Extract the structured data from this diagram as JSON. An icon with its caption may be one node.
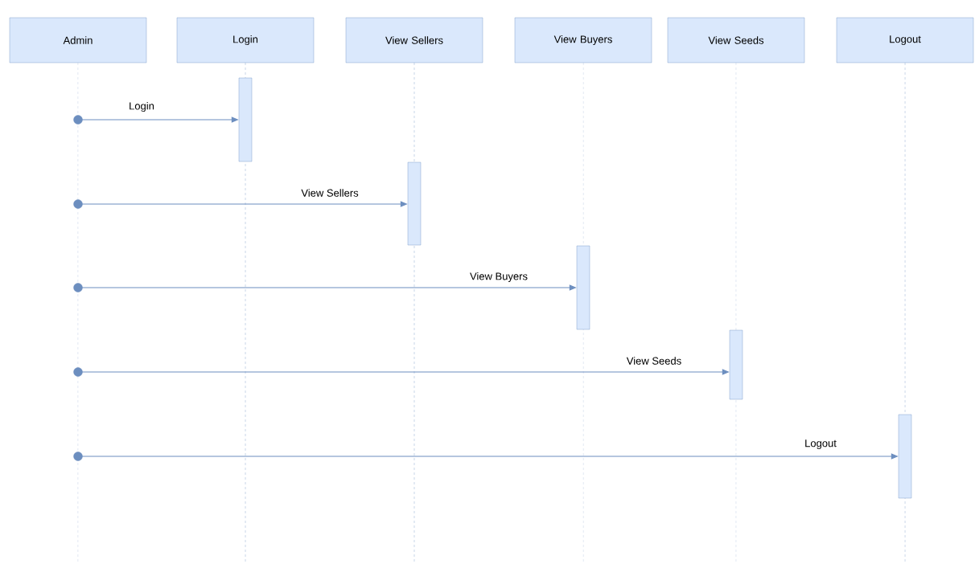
{
  "diagram": {
    "nodes": [
      {
        "text": [
          "Admin"
        ]
      },
      {
        "text": [
          "Login"
        ]
      },
      {
        "text": [
          "View Sellers"
        ]
      },
      {
        "text": [
          "View Buyers"
        ]
      },
      {
        "text": [
          "View Seeds"
        ]
      },
      {
        "text": [
          "Logout"
        ]
      },
      {
        "text": [],
        "shape": "bar"
      },
      {
        "text": [],
        "shape": "bar"
      },
      {
        "text": [],
        "shape": "bar"
      },
      {
        "text": [],
        "shape": "bar"
      },
      {
        "text": [],
        "shape": "bar"
      },
      {
        "text": [],
        "shape": "circle"
      },
      {
        "text": [],
        "shape": "circle"
      },
      {
        "text": [],
        "shape": "circle"
      },
      {
        "text": [],
        "shape": "circle"
      },
      {
        "text": [],
        "shape": "circle"
      }
    ],
    "edges": [
      {
        "from": 11,
        "to": 6,
        "arrow": "to",
        "label": "Login"
      },
      {
        "from": 12,
        "to": 7,
        "arrow": "to",
        "label": "View Sellers"
      },
      {
        "from": 13,
        "to": 8,
        "arrow": "to",
        "label": "View Buyers"
      },
      {
        "from": 14,
        "to": 9,
        "arrow": "to",
        "label": "View Seeds"
      },
      {
        "from": 15,
        "to": 10,
        "arrow": "to",
        "label": "Logout"
      }
    ]
  }
}
